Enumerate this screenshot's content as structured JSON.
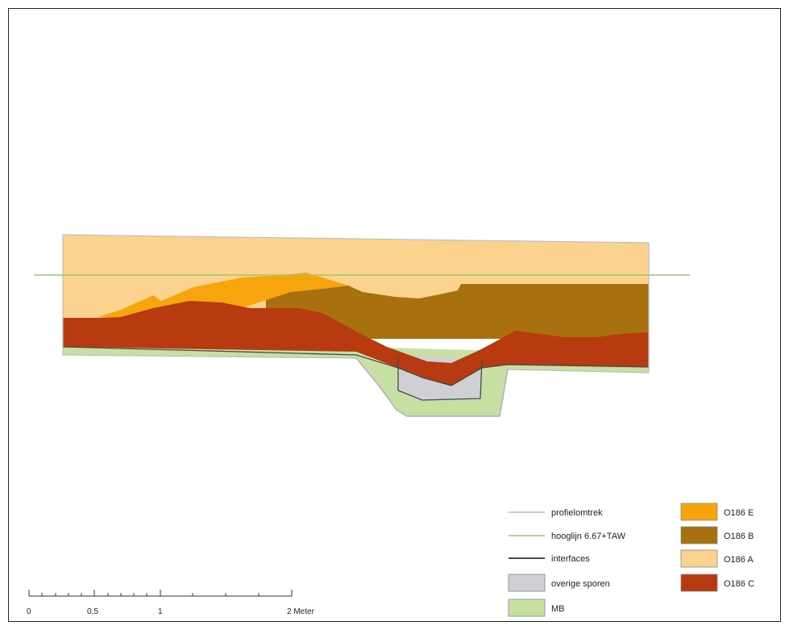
{
  "colors": {
    "O186 A": "#fbd38f",
    "O186 E": "#f7a50d",
    "O186 B": "#a8700e",
    "O186 C": "#b73a10",
    "overige sporen": "#cfd0d4",
    "MB": "#c8dfa4",
    "profielomtrek": "#b9bec4",
    "hooglijn": "#9cc76a",
    "interfaces": "#4a4a4a"
  },
  "legend": {
    "lines": [
      {
        "key": "profielomtrek",
        "label": "profielomtrek"
      },
      {
        "key": "hooglijn",
        "label": "hooglijn 6.67+TAW"
      },
      {
        "key": "interfaces",
        "label": "interfaces"
      }
    ],
    "patches_left": [
      {
        "key": "overige sporen",
        "label": "overige sporen"
      },
      {
        "key": "MB",
        "label": "MB"
      }
    ],
    "patches_right": [
      {
        "key": "O186 E",
        "label": "O186 E"
      },
      {
        "key": "O186 B",
        "label": "O186 B"
      },
      {
        "key": "O186 A",
        "label": "O186 A"
      },
      {
        "key": "O186 C",
        "label": "O186 C"
      }
    ]
  },
  "scalebar": {
    "labels": [
      "0",
      "0,5",
      "1",
      "2 Meter"
    ]
  }
}
